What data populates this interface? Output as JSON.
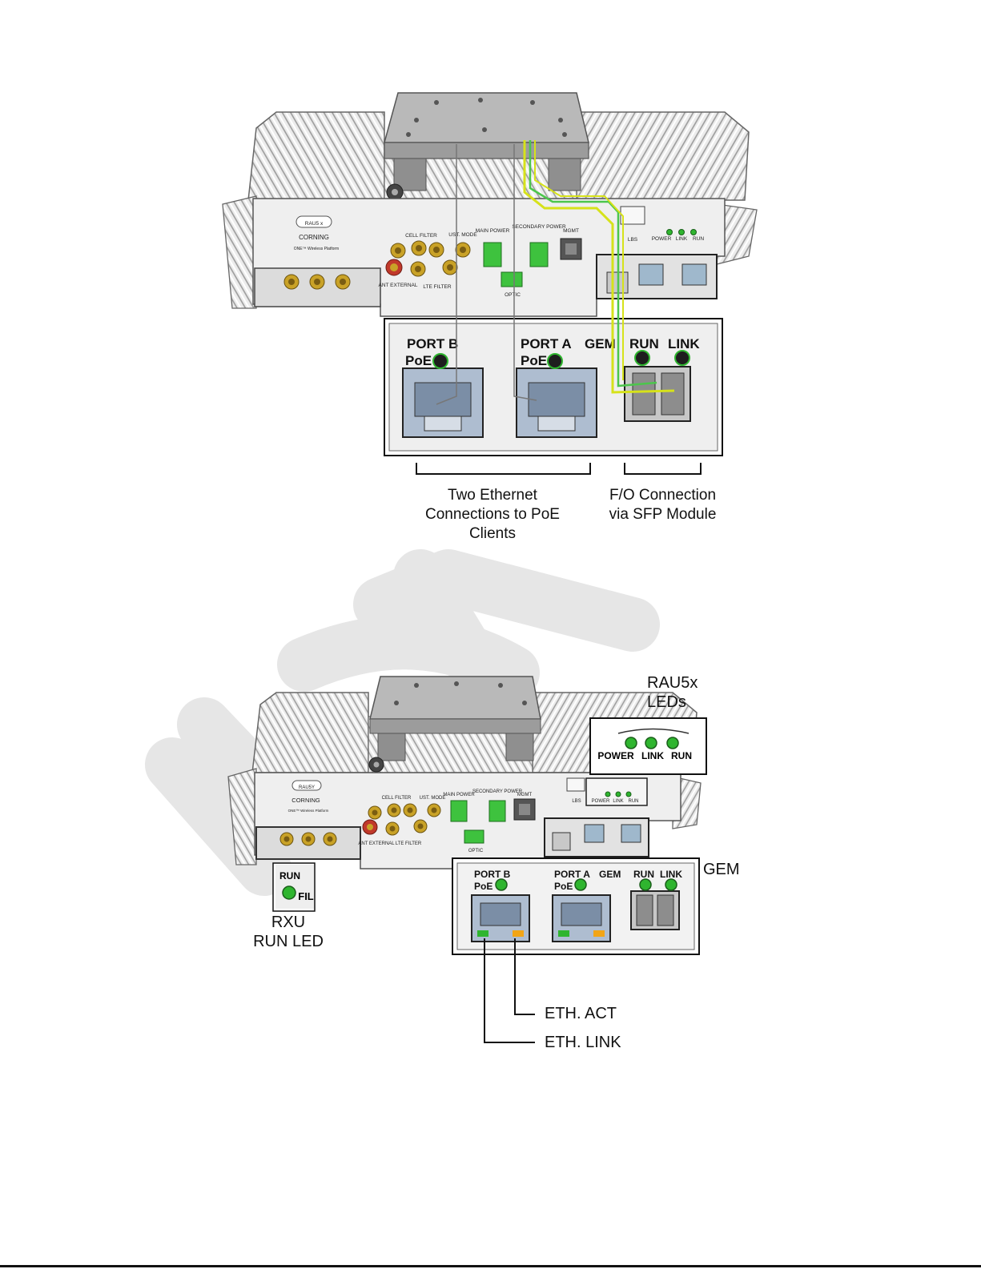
{
  "figure1": {
    "device": {
      "model_badge": "RAU5 x",
      "brand": "CORNING",
      "brand_sub": "ONE™ Wireless Platform",
      "port_labels": {
        "cell_filter": "CELL FILTER",
        "lte_filter": "LTE FILTER",
        "ant_external": "ANT EXTERNAL",
        "ust_mode": "UST. MODE",
        "main_power": "MAIN POWER",
        "secondary_power": "SECONDARY POWER",
        "mgmt": "MGMT",
        "lbs": "LBS",
        "opt": "OPTIC",
        "led_power": "POWER",
        "led_link": "LINK",
        "led_run": "RUN"
      }
    },
    "gem_panel": {
      "port_b": "PORT B",
      "port_a": "PORT A",
      "poe_b": "PoE",
      "poe_a": "PoE",
      "gem": "GEM",
      "run": "RUN",
      "link": "LINK"
    },
    "captions": {
      "ethernet": [
        "Two Ethernet",
        "Connections to PoE",
        "Clients"
      ],
      "fiber": [
        "F/O Connection",
        "via SFP Module"
      ]
    }
  },
  "figure2": {
    "device": {
      "model_badge": "RAU5Y",
      "brand": "CORNING",
      "brand_sub": "ONE™ Wireless Platform",
      "port_labels": {
        "cell_filter": "CELL FILTER",
        "lte_filter": "LTE FILTER",
        "ant_external": "ANT EXTERNAL",
        "ust_mode": "UST. MODE",
        "main_power": "MAIN POWER",
        "secondary_power": "SECONDARY POWER",
        "mgmt": "MGMT",
        "lbs": "LBS",
        "opt": "OPTIC",
        "led_power": "POWER",
        "led_link": "LINK",
        "led_run": "RUN"
      }
    },
    "rau_leds_box": {
      "power": "POWER",
      "link": "LINK",
      "run": "RUN"
    },
    "rau_leds_title": [
      "RAU5x",
      "LEDs"
    ],
    "gem_panel": {
      "port_b": "PORT B",
      "port_a": "PORT A",
      "poe_b": "PoE",
      "poe_a": "PoE",
      "gem": "GEM",
      "run": "RUN",
      "link": "LINK"
    },
    "gem_label": "GEM",
    "rxu_box": {
      "run": "RUN",
      "fil": "FIL"
    },
    "rxu_caption": [
      "RXU",
      "RUN LED"
    ],
    "eth_act": "ETH. ACT",
    "eth_link": "ETH. LINK"
  },
  "colors": {
    "led_green": "#2fb52f",
    "fiber_yellow": "#d6e21a",
    "fiber_green": "#4cc64c",
    "connector_green": "#3ec23e",
    "antenna_gold": "#c9a227",
    "antenna_red": "#c0392b",
    "eth_act_amber": "#f2a516",
    "watermark": "#e6e6e6"
  }
}
